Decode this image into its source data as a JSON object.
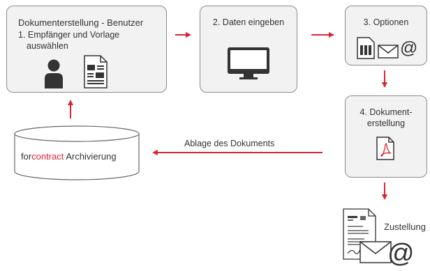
{
  "colors": {
    "accent": "#d9252f",
    "box_fill": "#f2f2f2",
    "box_border": "#8a8a8a",
    "icon_dark": "#333333"
  },
  "step1": {
    "title": "Dokumenterstellung - Benutzer",
    "line1": "1. Empfänger und Vorlage",
    "line2": "auswählen",
    "icons": [
      "person-icon",
      "template-document-icon"
    ]
  },
  "step2": {
    "title": "2. Daten eingeben",
    "icons": [
      "monitor-icon"
    ]
  },
  "step3": {
    "title": "3. Optionen",
    "icons": [
      "print-icon",
      "email-envelope-icon",
      "at-sign-icon"
    ]
  },
  "step4": {
    "line1": "4. Dokument-",
    "line2": "erstellung",
    "icons": [
      "pdf-document-icon"
    ]
  },
  "archive": {
    "prefix": "for",
    "brand": "contract",
    "suffix": " Archivierung",
    "icon": "database-cylinder-icon"
  },
  "arrow_label": "Ablage des Dokuments",
  "delivery": {
    "label": "Zustellung",
    "icons": [
      "letter-document-icon",
      "email-envelope-icon",
      "at-sign-icon"
    ]
  }
}
